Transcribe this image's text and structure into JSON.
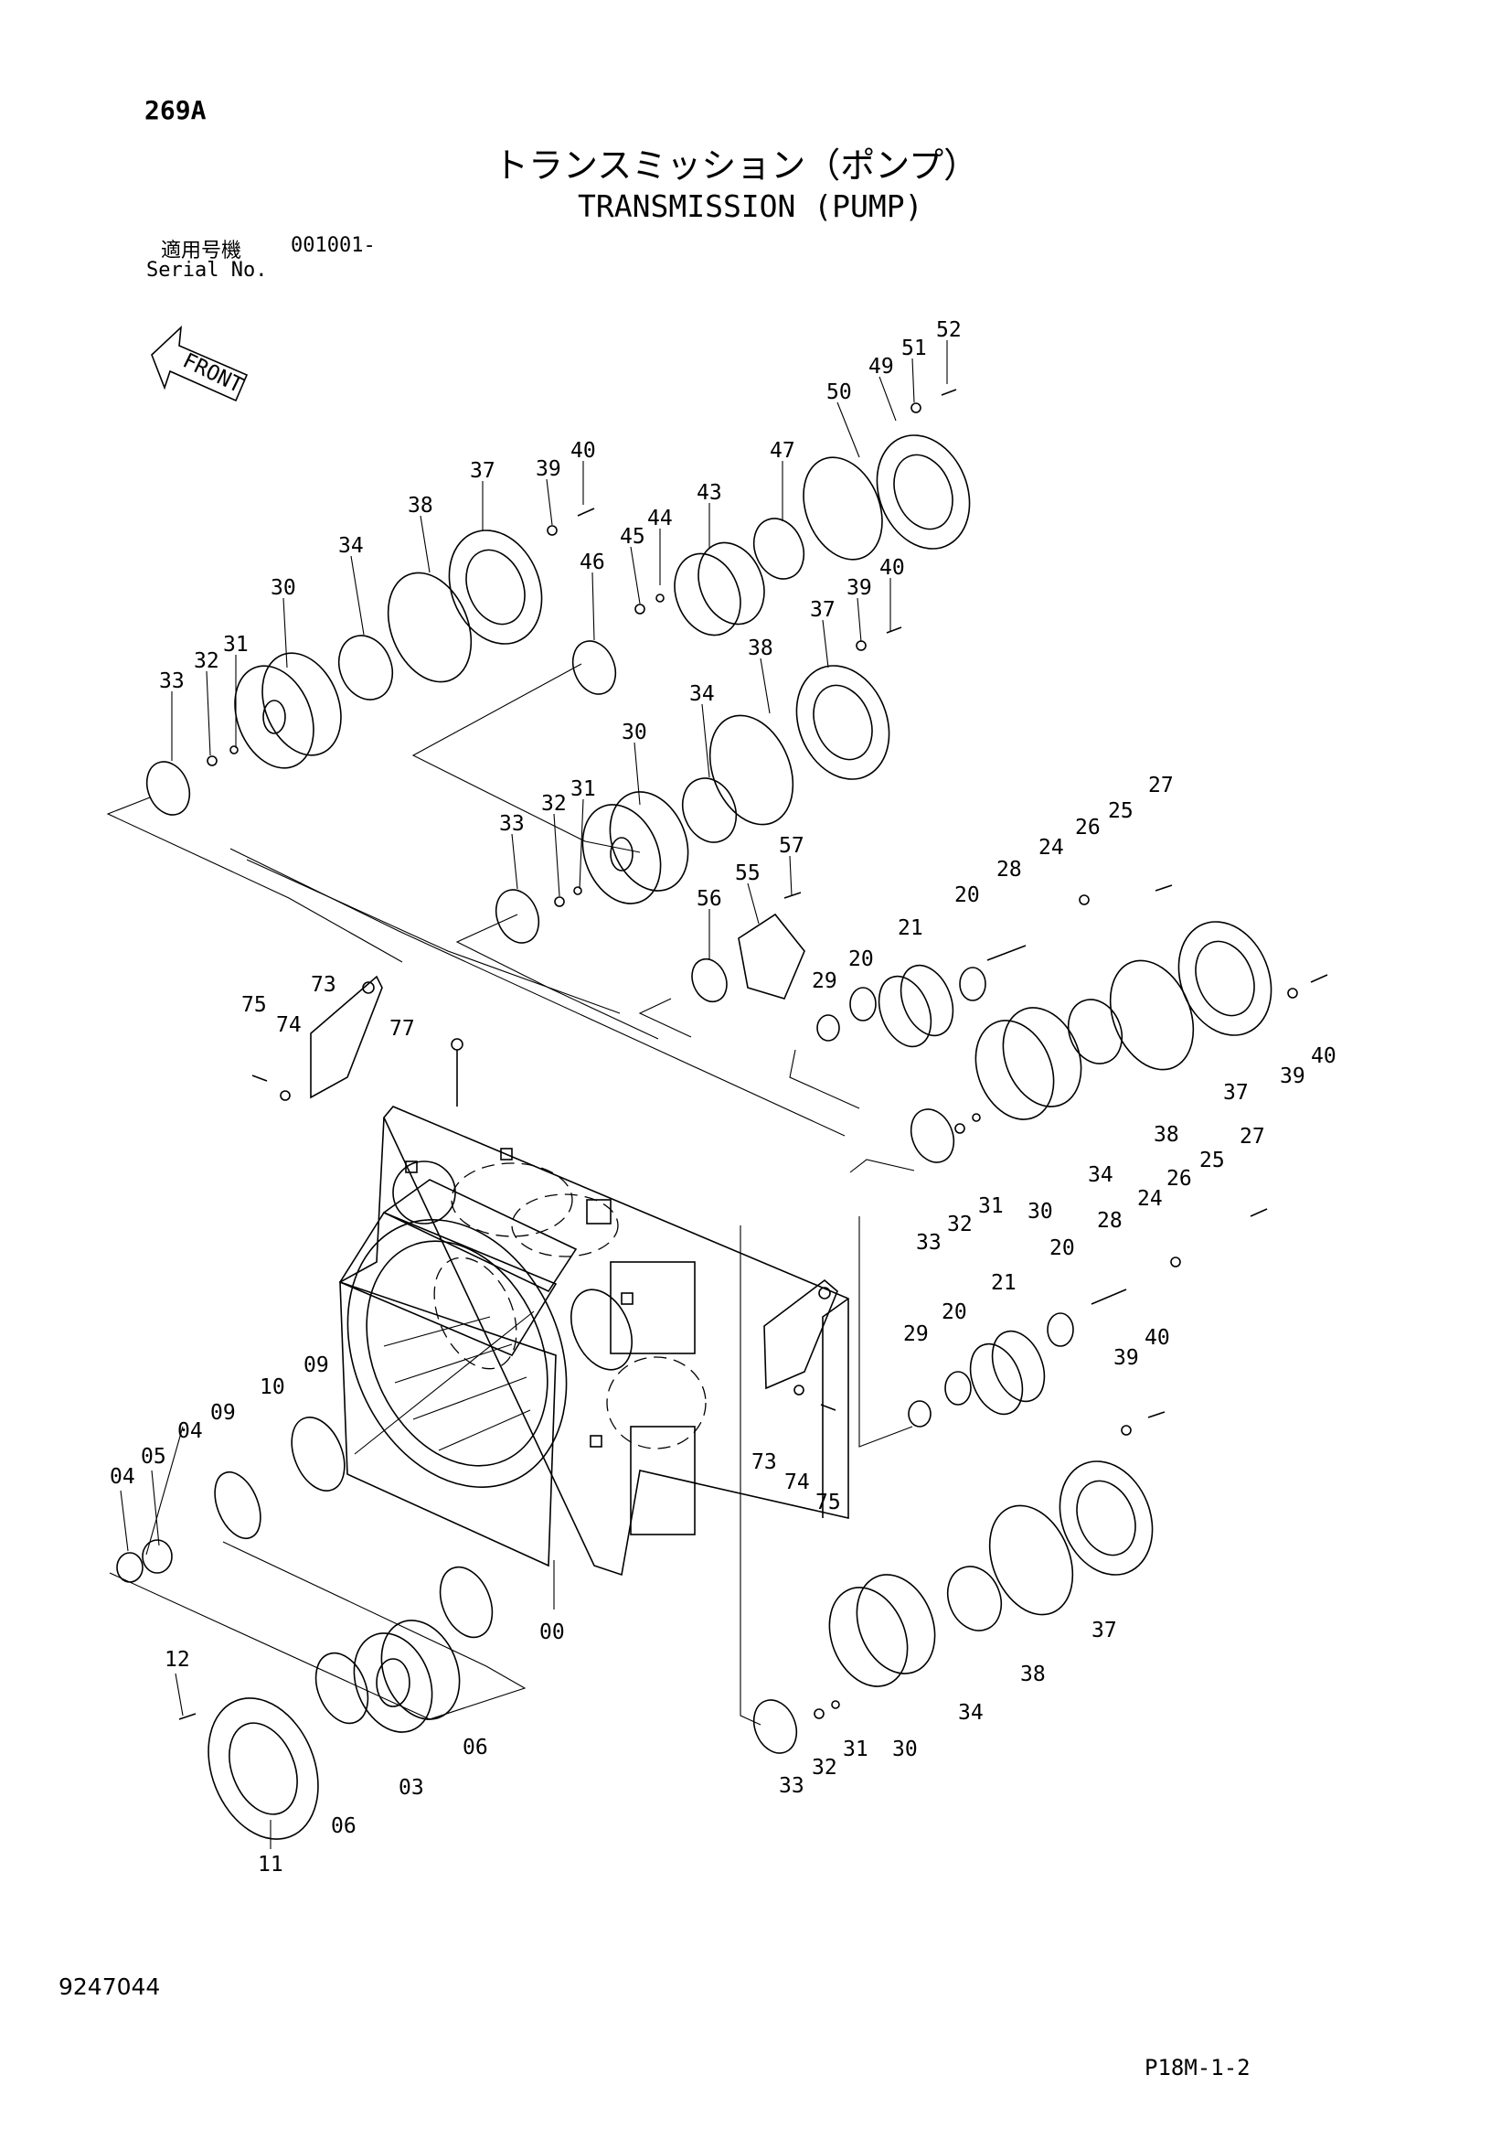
{
  "header": {
    "page_code": "269A",
    "title_jp": "トランスミッション（ポンプ）",
    "title_en": "TRANSMISSION (PUMP)",
    "serial_label_jp": "適用号機",
    "serial_value": "001001-",
    "serial_label_en": "Serial No."
  },
  "diagram": {
    "front_label": "FRONT",
    "callouts": [
      "52",
      "51",
      "49",
      "50",
      "47",
      "43",
      "44",
      "45",
      "46",
      "40",
      "39",
      "37",
      "38",
      "34",
      "30",
      "31",
      "32",
      "33",
      "40",
      "39",
      "37",
      "38",
      "34",
      "30",
      "31",
      "32",
      "33",
      "57",
      "55",
      "56",
      "27",
      "25",
      "26",
      "24",
      "28",
      "20",
      "21",
      "20",
      "29",
      "40",
      "39",
      "37",
      "38",
      "34",
      "30",
      "31",
      "32",
      "33",
      "27",
      "25",
      "26",
      "24",
      "28",
      "20",
      "21",
      "20",
      "29",
      "40",
      "39",
      "37",
      "38",
      "34",
      "30",
      "31",
      "32",
      "33",
      "75",
      "74",
      "73",
      "77",
      "73",
      "74",
      "75",
      "09",
      "10",
      "09",
      "04",
      "05",
      "04",
      "00",
      "12",
      "11",
      "06",
      "03",
      "06"
    ]
  },
  "footer": {
    "drawing_no": "9247044",
    "page_ref": "P18M-1-2"
  }
}
